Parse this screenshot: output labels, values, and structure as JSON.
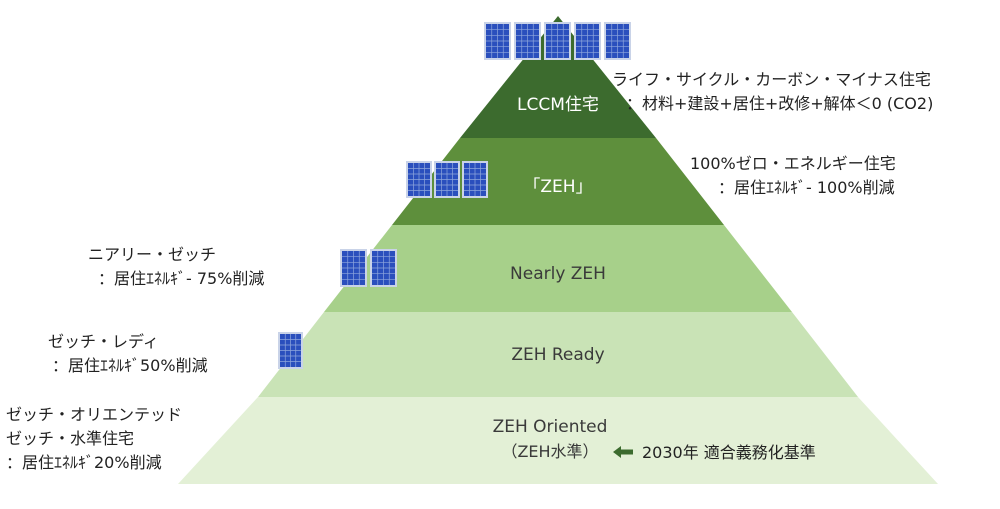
{
  "levels": [
    {
      "label": "LCCM住宅",
      "color": "#3c6b2e",
      "text_color": "#ffffff"
    },
    {
      "label": "「ZEH」",
      "color": "#5e8f3c",
      "text_color": "#ffffff"
    },
    {
      "label": "Nearly ZEH",
      "color": "#a7d08a",
      "text_color": "#3a3a3a"
    },
    {
      "label": "ZEH Ready",
      "color": "#c9e3b6",
      "text_color": "#3a3a3a"
    },
    {
      "label": "ZEH Oriented",
      "sublabel": "（ZEH水準）",
      "color": "#e3f0d6",
      "text_color": "#3a3a3a"
    }
  ],
  "arrow_note": "2030年 適合義務化基準",
  "arrow_color": "#3c6b2e",
  "descriptions": {
    "lccm": {
      "line1": "ライフ・サイクル・カーボン・マイナス住宅",
      "line2": "：材料+建設+居住+改修+解体＜0 (CO2)"
    },
    "zeh": {
      "line1": "100%ゼロ・エネルギー住宅",
      "line2": "：居住ｴﾈﾙｷﾞ- 100%削減"
    },
    "nearly": {
      "line1": "ニアリー・ゼッチ",
      "line2": "：居住ｴﾈﾙｷﾞ- 75%削減"
    },
    "ready": {
      "line1": "ゼッチ・レディ",
      "line2": "：居住ｴﾈﾙｷﾞ50%削減"
    },
    "oriented": {
      "line1": "ゼッチ・オリエンテッド",
      "line2": "ゼッチ・水準住宅",
      "line3": "：居住ｴﾈﾙｷﾞ20%削減"
    }
  },
  "solar_panel_colors": {
    "cell": "#2a4fbd",
    "frame": "#c9d3e8",
    "grid": "#8fa6dd"
  }
}
